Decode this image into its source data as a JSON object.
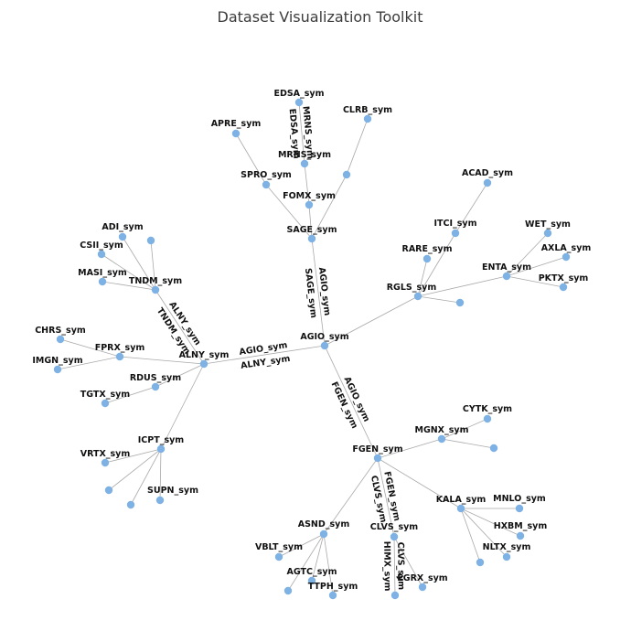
{
  "title": "Dataset Visualization Toolkit",
  "colors": {
    "node": "#7eb2e4",
    "edge": "#a9a9a9",
    "text": "#111111"
  },
  "nodes": [
    {
      "id": "AGIO",
      "label": "AGIO_sym"
    },
    {
      "id": "SAGE",
      "label": "SAGE_sym"
    },
    {
      "id": "FOMX",
      "label": "FOMX_sym"
    },
    {
      "id": "SPRO",
      "label": "SPRO_sym"
    },
    {
      "id": "MRNS",
      "label": "MRNS_sym"
    },
    {
      "id": "EDSA",
      "label": "EDSA_sym"
    },
    {
      "id": "APRE",
      "label": "APRE_sym"
    },
    {
      "id": "CLRB",
      "label": "CLRB_sym"
    },
    {
      "id": "u1",
      "label": ""
    },
    {
      "id": "RGLS",
      "label": "RGLS_sym"
    },
    {
      "id": "RARE",
      "label": "RARE_sym"
    },
    {
      "id": "ITCI",
      "label": "ITCI_sym"
    },
    {
      "id": "ACAD",
      "label": "ACAD_sym"
    },
    {
      "id": "ENTA",
      "label": "ENTA_sym"
    },
    {
      "id": "WET",
      "label": "WET_sym"
    },
    {
      "id": "AXLA",
      "label": "AXLA_sym"
    },
    {
      "id": "PKTX",
      "label": "PKTX_sym"
    },
    {
      "id": "u2",
      "label": ""
    },
    {
      "id": "ALNY",
      "label": "ALNY_sym"
    },
    {
      "id": "TNDM",
      "label": "TNDM_sym"
    },
    {
      "id": "ADI",
      "label": "ADI_sym"
    },
    {
      "id": "CSII",
      "label": "CSII_sym"
    },
    {
      "id": "MASI",
      "label": "MASI_sym"
    },
    {
      "id": "u3",
      "label": ""
    },
    {
      "id": "FPRX",
      "label": "FPRX_sym"
    },
    {
      "id": "CHRS",
      "label": "CHRS_sym"
    },
    {
      "id": "IMGN",
      "label": "IMGN_sym"
    },
    {
      "id": "RDUS",
      "label": "RDUS_sym"
    },
    {
      "id": "TGTX",
      "label": "TGTX_sym"
    },
    {
      "id": "ICPT",
      "label": "ICPT_sym"
    },
    {
      "id": "VRTX",
      "label": "VRTX_sym"
    },
    {
      "id": "SUPN",
      "label": "SUPN_sym"
    },
    {
      "id": "u4",
      "label": ""
    },
    {
      "id": "u5",
      "label": ""
    },
    {
      "id": "FGEN",
      "label": "FGEN_sym"
    },
    {
      "id": "MGNX",
      "label": "MGNX_sym"
    },
    {
      "id": "CYTK",
      "label": "CYTK_sym"
    },
    {
      "id": "u6",
      "label": ""
    },
    {
      "id": "KALA",
      "label": "KALA_sym"
    },
    {
      "id": "MNLO",
      "label": "MNLO_sym"
    },
    {
      "id": "HXBM",
      "label": "HXBM_sym"
    },
    {
      "id": "NLTX",
      "label": "NLTX_sym"
    },
    {
      "id": "u7",
      "label": ""
    },
    {
      "id": "CLVS",
      "label": "CLVS_sym"
    },
    {
      "id": "HIMX",
      "label": ""
    },
    {
      "id": "EGRX",
      "label": "EGRX_sym"
    },
    {
      "id": "ASND",
      "label": "ASND_sym"
    },
    {
      "id": "VBLT",
      "label": "VBLT_sym"
    },
    {
      "id": "AGTC",
      "label": "AGTC_sym"
    },
    {
      "id": "TTPH",
      "label": "TTPH_sym"
    },
    {
      "id": "u8",
      "label": ""
    }
  ],
  "edges": [
    [
      "AGIO",
      "SAGE"
    ],
    [
      "AGIO",
      "RGLS"
    ],
    [
      "AGIO",
      "ALNY"
    ],
    [
      "AGIO",
      "FGEN"
    ],
    [
      "SAGE",
      "FOMX"
    ],
    [
      "SAGE",
      "SPRO"
    ],
    [
      "SAGE",
      "u1"
    ],
    [
      "FOMX",
      "MRNS"
    ],
    [
      "MRNS",
      "EDSA"
    ],
    [
      "SPRO",
      "APRE"
    ],
    [
      "u1",
      "CLRB"
    ],
    [
      "RGLS",
      "RARE"
    ],
    [
      "RGLS",
      "ITCI"
    ],
    [
      "RGLS",
      "ENTA"
    ],
    [
      "RGLS",
      "u2"
    ],
    [
      "ITCI",
      "ACAD"
    ],
    [
      "ENTA",
      "WET"
    ],
    [
      "ENTA",
      "AXLA"
    ],
    [
      "ENTA",
      "PKTX"
    ],
    [
      "ALNY",
      "TNDM"
    ],
    [
      "ALNY",
      "FPRX"
    ],
    [
      "ALNY",
      "RDUS"
    ],
    [
      "ALNY",
      "ICPT"
    ],
    [
      "TNDM",
      "ADI"
    ],
    [
      "TNDM",
      "CSII"
    ],
    [
      "TNDM",
      "MASI"
    ],
    [
      "TNDM",
      "u3"
    ],
    [
      "FPRX",
      "CHRS"
    ],
    [
      "FPRX",
      "IMGN"
    ],
    [
      "RDUS",
      "TGTX"
    ],
    [
      "ICPT",
      "VRTX"
    ],
    [
      "ICPT",
      "SUPN"
    ],
    [
      "ICPT",
      "u4"
    ],
    [
      "ICPT",
      "u5"
    ],
    [
      "FGEN",
      "MGNX"
    ],
    [
      "FGEN",
      "KALA"
    ],
    [
      "FGEN",
      "CLVS"
    ],
    [
      "FGEN",
      "ASND"
    ],
    [
      "MGNX",
      "CYTK"
    ],
    [
      "MGNX",
      "u6"
    ],
    [
      "KALA",
      "MNLO"
    ],
    [
      "KALA",
      "HXBM"
    ],
    [
      "KALA",
      "NLTX"
    ],
    [
      "KALA",
      "u7"
    ],
    [
      "CLVS",
      "HIMX"
    ],
    [
      "CLVS",
      "EGRX"
    ],
    [
      "ASND",
      "VBLT"
    ],
    [
      "ASND",
      "AGTC"
    ],
    [
      "ASND",
      "TTPH"
    ],
    [
      "ASND",
      "u8"
    ]
  ],
  "edge_labels": [
    {
      "text": "AGIO_sym",
      "from": "AGIO",
      "to": "SAGE",
      "side": 1
    },
    {
      "text": "SAGE_sym",
      "from": "AGIO",
      "to": "SAGE",
      "side": -1
    },
    {
      "text": "AGIO_sym",
      "from": "AGIO",
      "to": "ALNY",
      "side": 1
    },
    {
      "text": "ALNY_sym",
      "from": "AGIO",
      "to": "ALNY",
      "side": -1
    },
    {
      "text": "AGIO_sym",
      "from": "AGIO",
      "to": "FGEN",
      "side": 1
    },
    {
      "text": "FGEN_sym",
      "from": "AGIO",
      "to": "FGEN",
      "side": -1
    },
    {
      "text": "ALNY_sym",
      "from": "ALNY",
      "to": "TNDM",
      "side": 1
    },
    {
      "text": "TNDM_sym",
      "from": "ALNY",
      "to": "TNDM",
      "side": -1
    },
    {
      "text": "FGEN_sym",
      "from": "FGEN",
      "to": "CLVS",
      "side": 1
    },
    {
      "text": "CLVS_sym",
      "from": "FGEN",
      "to": "CLVS",
      "side": -1
    },
    {
      "text": "CLVS_sym",
      "from": "CLVS",
      "to": "HIMX",
      "side": 1
    },
    {
      "text": "HIMX_sym",
      "from": "CLVS",
      "to": "HIMX",
      "side": -1
    },
    {
      "text": "MRNS_sym",
      "from": "EDSA",
      "to": "MRNS",
      "side": 1
    },
    {
      "text": "EDSA_sym",
      "from": "EDSA",
      "to": "MRNS",
      "side": -1
    }
  ]
}
